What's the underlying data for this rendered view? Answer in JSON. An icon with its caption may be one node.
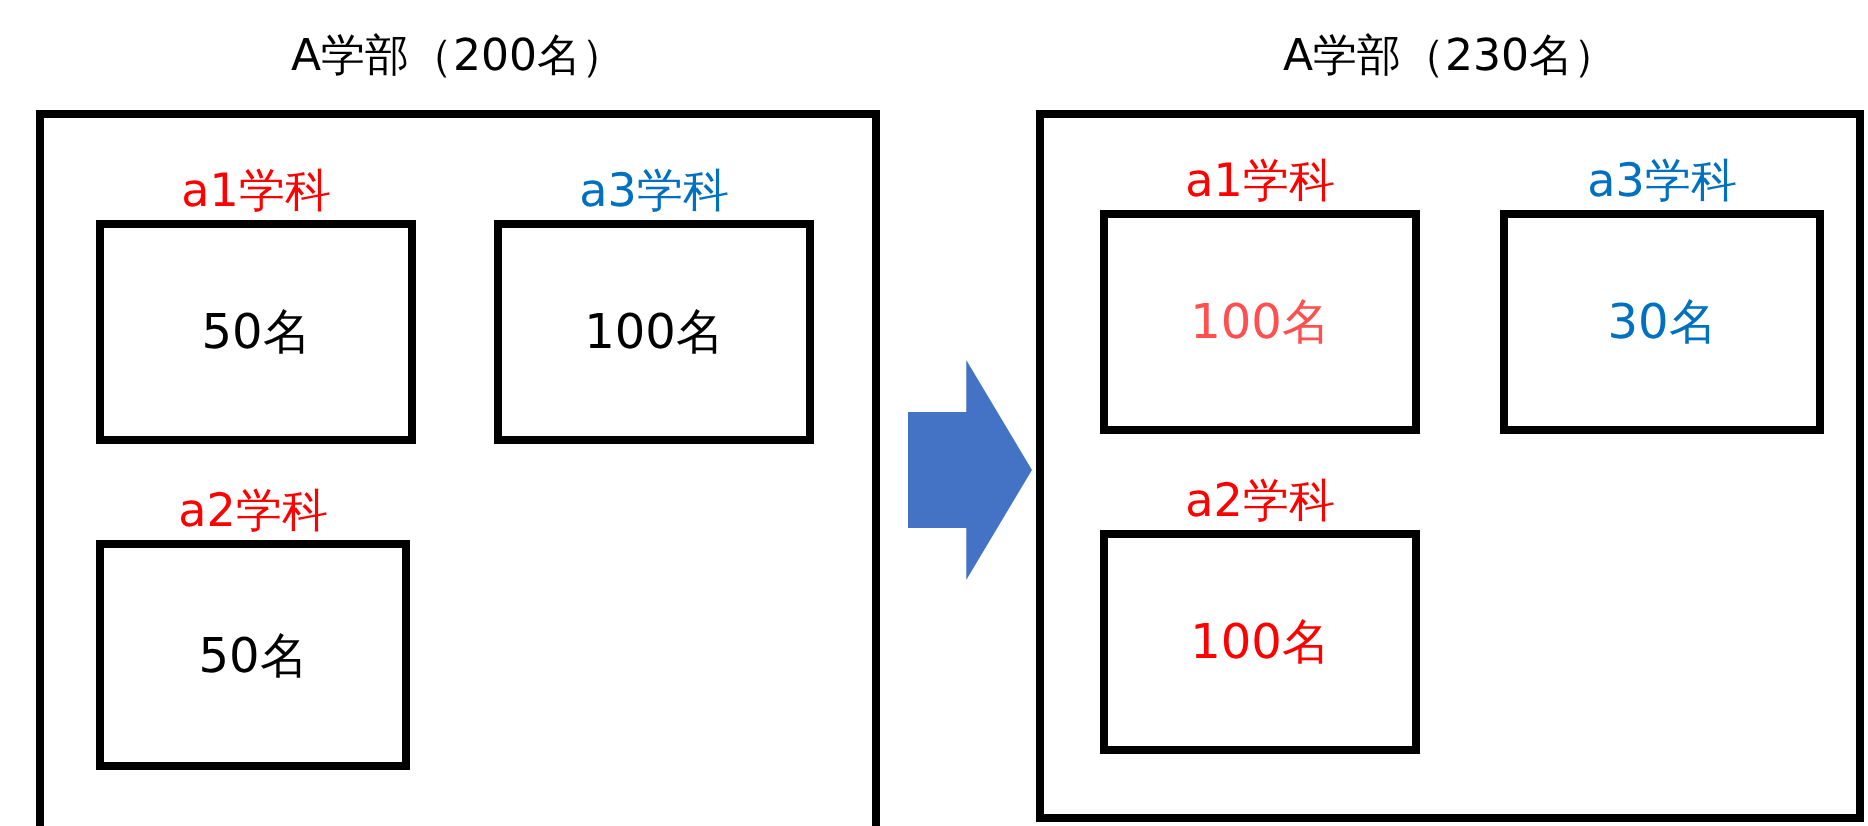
{
  "diagram": {
    "nodes": [
      {
        "text": [
          "A学部（200名）"
        ]
      },
      {
        "text": [
          "a1学科",
          "50名"
        ],
        "in": 0
      },
      {
        "text": [
          "a3学科",
          "100名"
        ],
        "in": 0
      },
      {
        "text": [
          "a2学科",
          "50名"
        ],
        "in": 0
      },
      {
        "text": [
          "A学部（230名）"
        ]
      },
      {
        "text": [
          "a1学科",
          "100名"
        ],
        "in": 4
      },
      {
        "text": [
          "a3学科",
          "30名"
        ],
        "in": 4
      },
      {
        "text": [
          "a2学科",
          "100名"
        ],
        "in": 4
      }
    ],
    "edges": [
      {
        "from": 0,
        "to": 4,
        "arrow": "to"
      }
    ]
  }
}
